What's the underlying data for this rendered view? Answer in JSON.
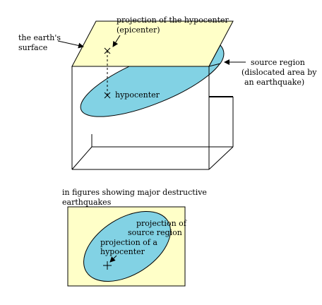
{
  "top_diagram": {
    "label_surface": [
      "the earth's",
      "surface"
    ],
    "label_epicenter": [
      "projection of the hypocenter",
      "(epicenter)"
    ],
    "label_source_region": [
      "source region",
      "(dislocated area by",
      "an earthquake)"
    ],
    "label_hypocenter": "hypocenter"
  },
  "bottom_diagram": {
    "caption": [
      "in figures showing major destructive",
      "earthquakes"
    ],
    "label_projection_source": [
      "projection of",
      "source region"
    ],
    "label_projection_hypocenter": [
      "projection of a",
      "hypocenter"
    ]
  },
  "colors": {
    "surface_fill": "#ffffc8",
    "source_fill": "#82d2e4",
    "line": "#000000"
  }
}
